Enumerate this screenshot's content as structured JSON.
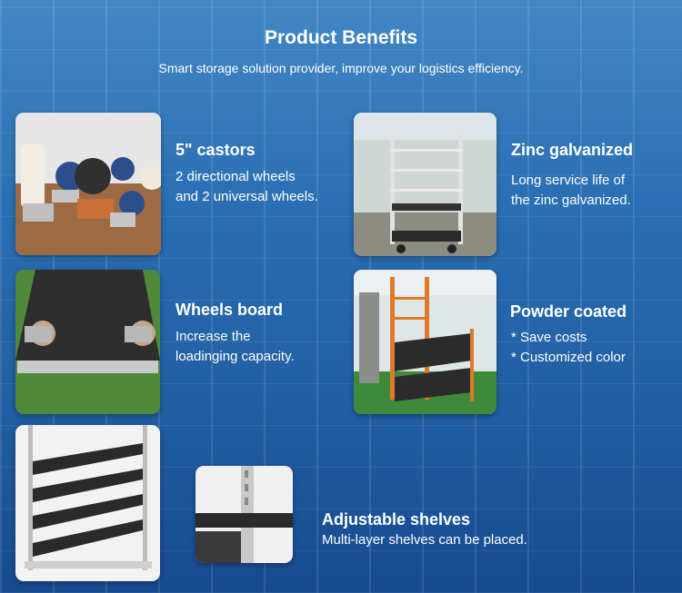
{
  "header": {
    "title": "Product Benefits",
    "subtitle": "Smart storage solution provider, improve your logistics efficiency."
  },
  "features": [
    {
      "title": "5\" castors",
      "lines": [
        "2 directional wheels",
        "and 2 universal wheels."
      ]
    },
    {
      "title": "Zinc galvanized",
      "lines": [
        "Long service life of",
        "the zinc galvanized."
      ]
    },
    {
      "title": "Wheels board",
      "lines": [
        "Increase the",
        "loadinging capacity."
      ]
    },
    {
      "title": "Powder coated",
      "lines": [
        "* Save costs",
        "* Customized color"
      ]
    },
    {
      "title": "Adjustable shelves",
      "lines": [
        "Multi-layer shelves can be placed."
      ]
    }
  ],
  "colors": {
    "text": "#ffffff",
    "background": "#2f6fae"
  }
}
